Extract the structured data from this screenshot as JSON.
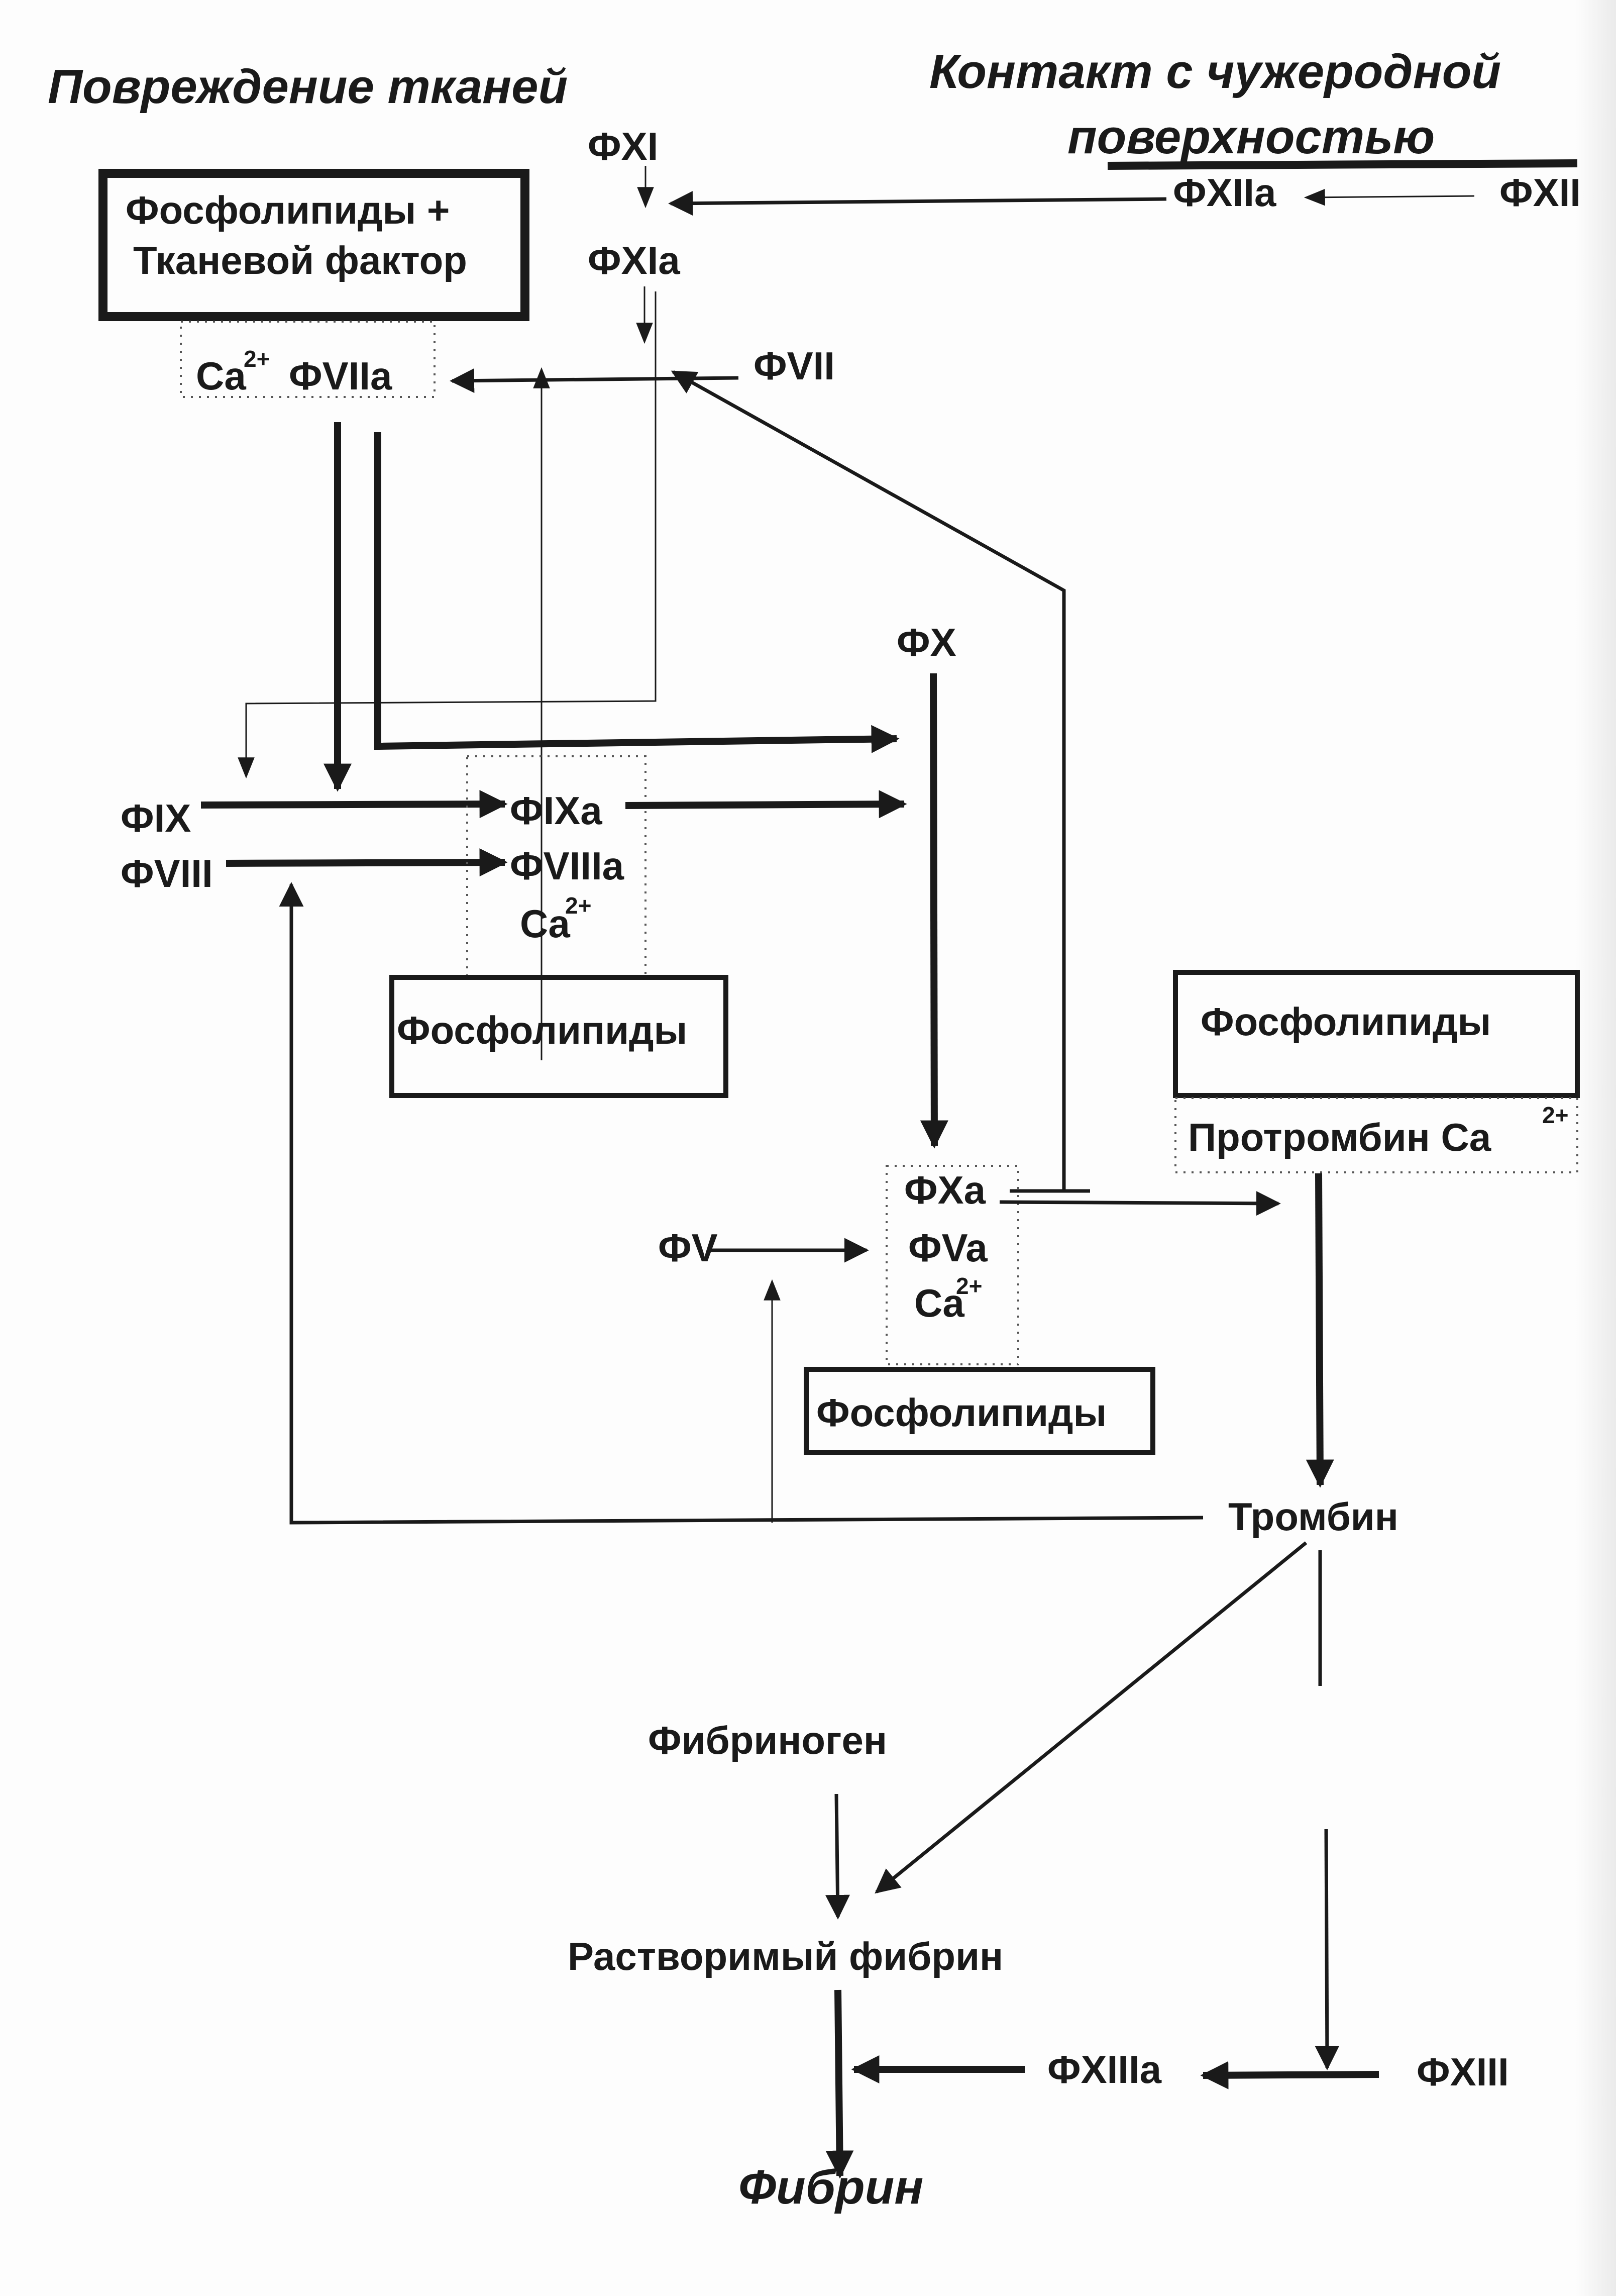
{
  "headings": {
    "tissue_damage": "Повреждение тканей",
    "foreign_contact_line1": "Контакт с чужеродной",
    "foreign_contact_line2": "поверхностью"
  },
  "nodes": {
    "fxi": "ФXI",
    "fxia": "ФXIa",
    "fxiia": "ФXIIa",
    "fxii": "ФXII",
    "tf_box_line1": "Фосфолипиды +",
    "tf_box_line2": "Тканевой фактор",
    "ca_fviia_ca": "Ca",
    "ca_fviia_sup": "2+",
    "ca_fviia_f": "ФVIIa",
    "fvii": "ФVII",
    "fx": "ФX",
    "fix": "ФIX",
    "fviii": "ФVIII",
    "fixa": "ФIXa",
    "fviiia": "ФVIIIa",
    "tenase_ca": "Ca",
    "tenase_sup": "2+",
    "phospholipids_1": "Фосфолипиды",
    "phospholipids_2": "Фосфолипиды",
    "prothrombin": "Протромбин Ca",
    "prothrombin_sup": "2+",
    "fxa": "ФXa",
    "fva": "ФVa",
    "prothrombinase_ca": "Ca",
    "prothrombinase_sup": "2+",
    "fv": "ФV",
    "phospholipids_3": "Фосфолипиды",
    "thrombin": "Тромбин",
    "fibrinogen": "Фибриноген",
    "soluble_fibrin": "Растворимый фибрин",
    "fxiiia": "ФXIIIa",
    "fxiii": "ФXIII",
    "fibrin": "Фибрин"
  },
  "edges": [
    {
      "from": "ФXII",
      "to": "ФXIIa",
      "type": "activation"
    },
    {
      "from": "ФXIIa",
      "to": "ФXI→ФXIa",
      "type": "catalysis"
    },
    {
      "from": "ФXI",
      "to": "ФXIa",
      "type": "activation"
    },
    {
      "from": "ФXIa",
      "to": "Ca2+ ФVIIa",
      "type": "activation"
    },
    {
      "from": "ФVII",
      "to": "ФVIIa",
      "type": "activation"
    },
    {
      "from": "ФXIa",
      "to": "ФIX→ФIXa",
      "type": "catalysis"
    },
    {
      "from": "ФVIIa",
      "to": "ФIX→ФIXa",
      "type": "catalysis"
    },
    {
      "from": "ФVIIa",
      "to": "ФX→ФXa",
      "type": "catalysis"
    },
    {
      "from": "ФIX",
      "to": "ФIXa",
      "type": "activation"
    },
    {
      "from": "ФVIII",
      "to": "ФVIIIa",
      "type": "activation"
    },
    {
      "from": "ФIXa",
      "to": "ФX→ФXa",
      "type": "catalysis"
    },
    {
      "from": "ФIXa",
      "to": "ФVII→ФVIIa",
      "type": "feedback"
    },
    {
      "from": "ФX",
      "to": "ФXa",
      "type": "activation"
    },
    {
      "from": "ФXa",
      "to": "ФVII→ФVIIa",
      "type": "feedback"
    },
    {
      "from": "ФV",
      "to": "ФVa",
      "type": "activation"
    },
    {
      "from": "ФXa",
      "to": "Протромбин",
      "type": "catalysis"
    },
    {
      "from": "Протромбин",
      "to": "Тромбин",
      "type": "activation"
    },
    {
      "from": "Тромбин",
      "to": "ФVIII→ФVIIIa",
      "type": "feedback"
    },
    {
      "from": "Тромбин",
      "to": "ФV→ФVa",
      "type": "feedback"
    },
    {
      "from": "Тромбин",
      "to": "Фибриноген→Растворимый фибрин",
      "type": "catalysis"
    },
    {
      "from": "Тромбин",
      "to": "ФXIII→ФXIIIa",
      "type": "catalysis"
    },
    {
      "from": "Фибриноген",
      "to": "Растворимый фибрин",
      "type": "activation"
    },
    {
      "from": "ФXIII",
      "to": "ФXIIIa",
      "type": "activation"
    },
    {
      "from": "ФXIIIa",
      "to": "Растворимый фибрин→Фибрин",
      "type": "catalysis"
    },
    {
      "from": "Растворимый фибрин",
      "to": "Фибрин",
      "type": "activation"
    }
  ]
}
